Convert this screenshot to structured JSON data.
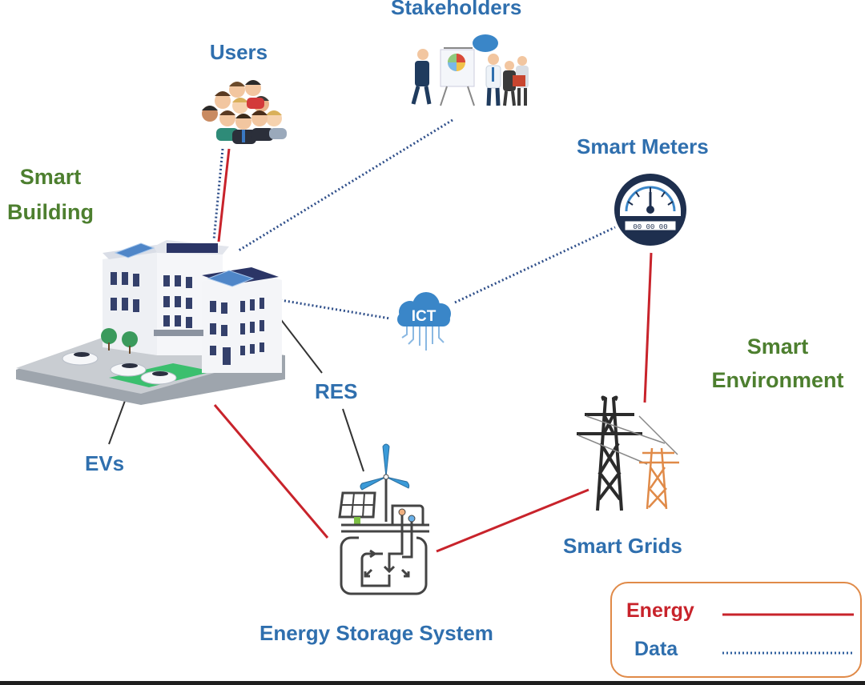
{
  "diagram": {
    "nodes": {
      "stakeholders": {
        "label": "Stakeholders",
        "icon": "presentation-people-icon"
      },
      "users": {
        "label": "Users",
        "icon": "user-group-icon"
      },
      "smart_building": {
        "label_line1": "Smart",
        "label_line2": "Building",
        "icon": "building-icon"
      },
      "smart_meters": {
        "label": "Smart Meters",
        "icon": "smart-meter-gauge-icon",
        "display_readout": "00 00 00"
      },
      "ict": {
        "label": "ICT",
        "icon": "cloud-circuit-icon"
      },
      "res": {
        "label": "RES"
      },
      "evs": {
        "label": "EVs"
      },
      "smart_environment": {
        "label_line1": "Smart",
        "label_line2": "Environment"
      },
      "smart_grids": {
        "label": "Smart Grids",
        "icon": "power-pylon-icon"
      },
      "energy_storage": {
        "label": "Energy Storage System",
        "icon": "energy-storage-icon"
      }
    },
    "connections": [
      {
        "from": "Users",
        "to": "Smart Building",
        "type": "Energy"
      },
      {
        "from": "Users",
        "to": "Smart Building",
        "type": "Data"
      },
      {
        "from": "Stakeholders",
        "to": "Smart Building",
        "type": "Data"
      },
      {
        "from": "Smart Building",
        "to": "ICT",
        "type": "Data"
      },
      {
        "from": "ICT",
        "to": "Smart Meters",
        "type": "Data"
      },
      {
        "from": "Smart Meters",
        "to": "Smart Grids",
        "type": "Energy"
      },
      {
        "from": "Smart Building",
        "to": "Energy Storage System",
        "type": "Energy"
      },
      {
        "from": "Energy Storage System",
        "to": "Smart Grids",
        "type": "Energy"
      },
      {
        "from": "RES",
        "to": "Smart Building solar panels",
        "type": "pointer"
      },
      {
        "from": "RES",
        "to": "Energy Storage System wind turbine",
        "type": "pointer"
      },
      {
        "from": "EVs",
        "to": "Smart Building parking",
        "type": "pointer"
      }
    ],
    "legend": {
      "items": [
        {
          "label": "Energy",
          "style": "solid",
          "color": "#c8232b"
        },
        {
          "label": "Data",
          "style": "dotted",
          "color": "#2f5f9e"
        }
      ],
      "border_color": "#e08a48"
    },
    "colors": {
      "node_label_blue": "#2f6fae",
      "domain_label_green": "#4d7f2f",
      "energy_line": "#c8232b",
      "data_line": "#2f4f8a",
      "pointer_line": "#333333"
    }
  }
}
